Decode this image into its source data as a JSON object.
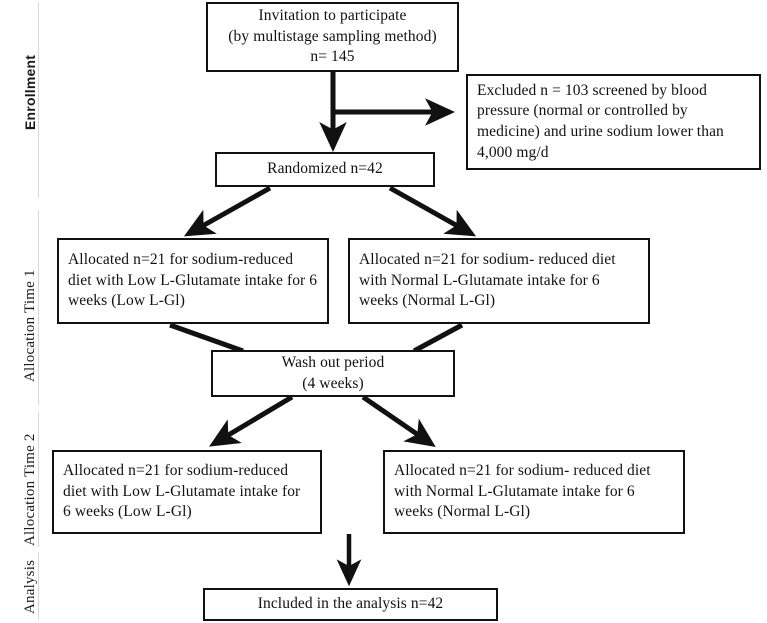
{
  "diagram": {
    "title": "CONSORT participant flow diagram",
    "colors": {
      "line": "#111111",
      "box_border": "#111111",
      "background": "#ffffff"
    }
  },
  "stages": [
    {
      "key": "enrollment",
      "label": "Enrollment"
    },
    {
      "key": "allocation1",
      "label": "Allocation Time 1"
    },
    {
      "key": "allocation2",
      "label": "Allocation Time 2"
    },
    {
      "key": "analysis",
      "label": "Analysis"
    }
  ],
  "boxes": {
    "invitation": {
      "line1": "Invitation to participate",
      "line2": "(by multistage sampling method)",
      "line3": "n= 145"
    },
    "excluded": {
      "text": "Excluded n = 103 screened by blood pressure (normal or controlled by medicine) and urine sodium lower than 4,000 mg/d"
    },
    "randomized": {
      "line1": "Randomized n=42"
    },
    "alloc1_low": {
      "text": "Allocated n=21 for sodium-reduced diet with Low L-Glutamate intake for 6 weeks (Low L-Gl)"
    },
    "alloc1_normal": {
      "text": "Allocated n=21 for sodium- reduced diet with Normal L-Glutamate intake for 6 weeks (Normal L-Gl)"
    },
    "washout": {
      "line1": "Wash out period",
      "line2": "(4 weeks)"
    },
    "alloc2_low": {
      "text": "Allocated n=21 for sodium-reduced diet with Low L-Glutamate intake for 6 weeks (Low L-Gl)"
    },
    "alloc2_normal": {
      "text": "Allocated n=21 for sodium- reduced diet with Normal L-Glutamate intake for 6 weeks (Normal L-Gl)"
    },
    "analysis": {
      "line1": "Included in the analysis n=42"
    }
  },
  "connectors": [
    {
      "name": "invitation-to-randomized",
      "type": "arrow-down"
    },
    {
      "name": "invitation-to-excluded",
      "type": "arrow-right"
    },
    {
      "name": "randomized-to-alloc1-low",
      "type": "arrow-diagonal-left"
    },
    {
      "name": "randomized-to-alloc1-normal",
      "type": "arrow-diagonal-right"
    },
    {
      "name": "alloc1-low-to-washout",
      "type": "line-diagonal"
    },
    {
      "name": "alloc1-normal-to-washout",
      "type": "line-diagonal"
    },
    {
      "name": "washout-to-alloc2-low",
      "type": "arrow-diagonal-left"
    },
    {
      "name": "washout-to-alloc2-normal",
      "type": "arrow-diagonal-right"
    },
    {
      "name": "alloc2-low-to-analysis",
      "type": "arrow-down"
    }
  ]
}
